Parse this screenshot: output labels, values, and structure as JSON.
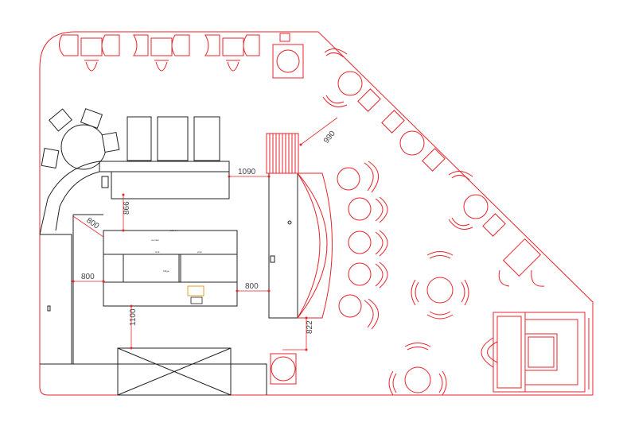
{
  "dimensions": {
    "d1090": "1090",
    "d990": "990",
    "d866": "866",
    "d800_diag": "800",
    "d800_left": "800",
    "d800_right": "800",
    "d1100": "1100",
    "d822": "822"
  },
  "colors": {
    "furniture": "#e8232a",
    "walls": "#222222",
    "equipment": "#e0a020"
  }
}
